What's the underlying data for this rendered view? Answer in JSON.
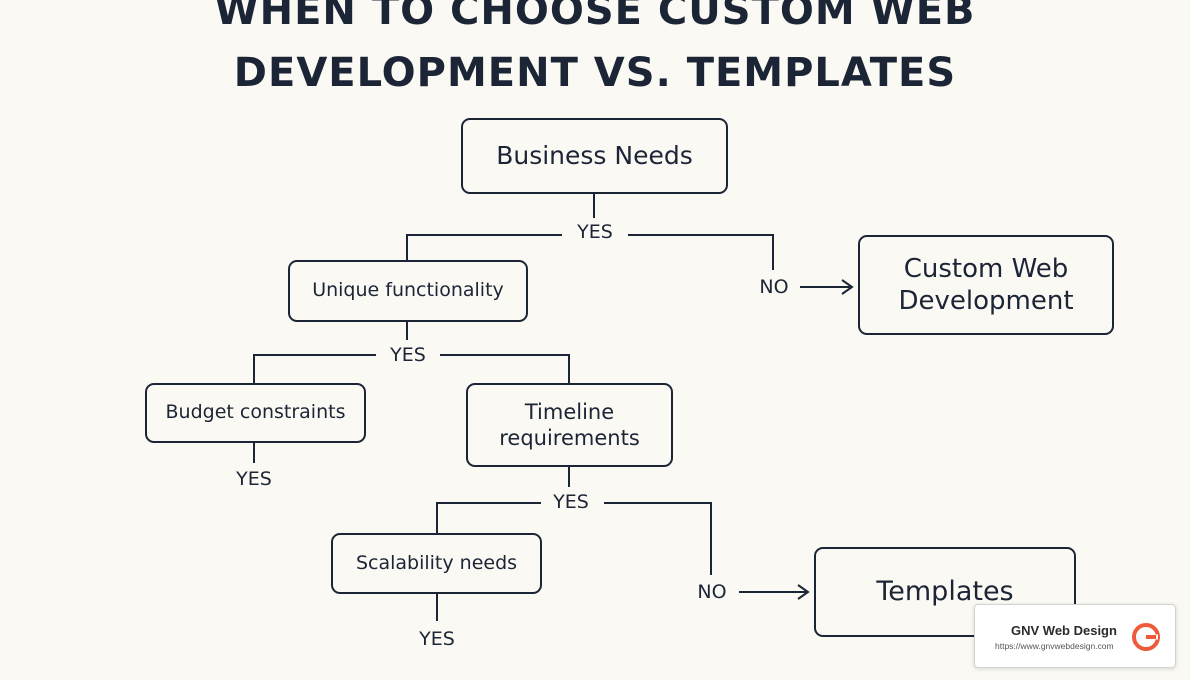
{
  "title": {
    "line1": "WHEN TO CHOOSE CUSTOM WEB",
    "line2": "DEVELOPMENT VS. TEMPLATES"
  },
  "nodes": {
    "business_needs": "Business Needs",
    "custom_web_development": "Custom Web\nDevelopment",
    "unique_functionality": "Unique functionality",
    "budget_constraints": "Budget constraints",
    "timeline_requirements": "Timeline\nrequirements",
    "scalability_needs": "Scalability needs",
    "templates": "Templates"
  },
  "edge_labels": {
    "business_yes": "YES",
    "business_no": "NO",
    "unique_yes": "YES",
    "budget_yes": "YES",
    "timeline_yes": "YES",
    "timeline_no": "NO",
    "scalability_yes": "YES"
  },
  "badge": {
    "name": "GNV Web Design",
    "url": "https://www.gnvwebdesign.com"
  },
  "colors": {
    "background": "#fbf9f4",
    "ink": "#1b2536",
    "logo_accent": "#f05a3c"
  }
}
